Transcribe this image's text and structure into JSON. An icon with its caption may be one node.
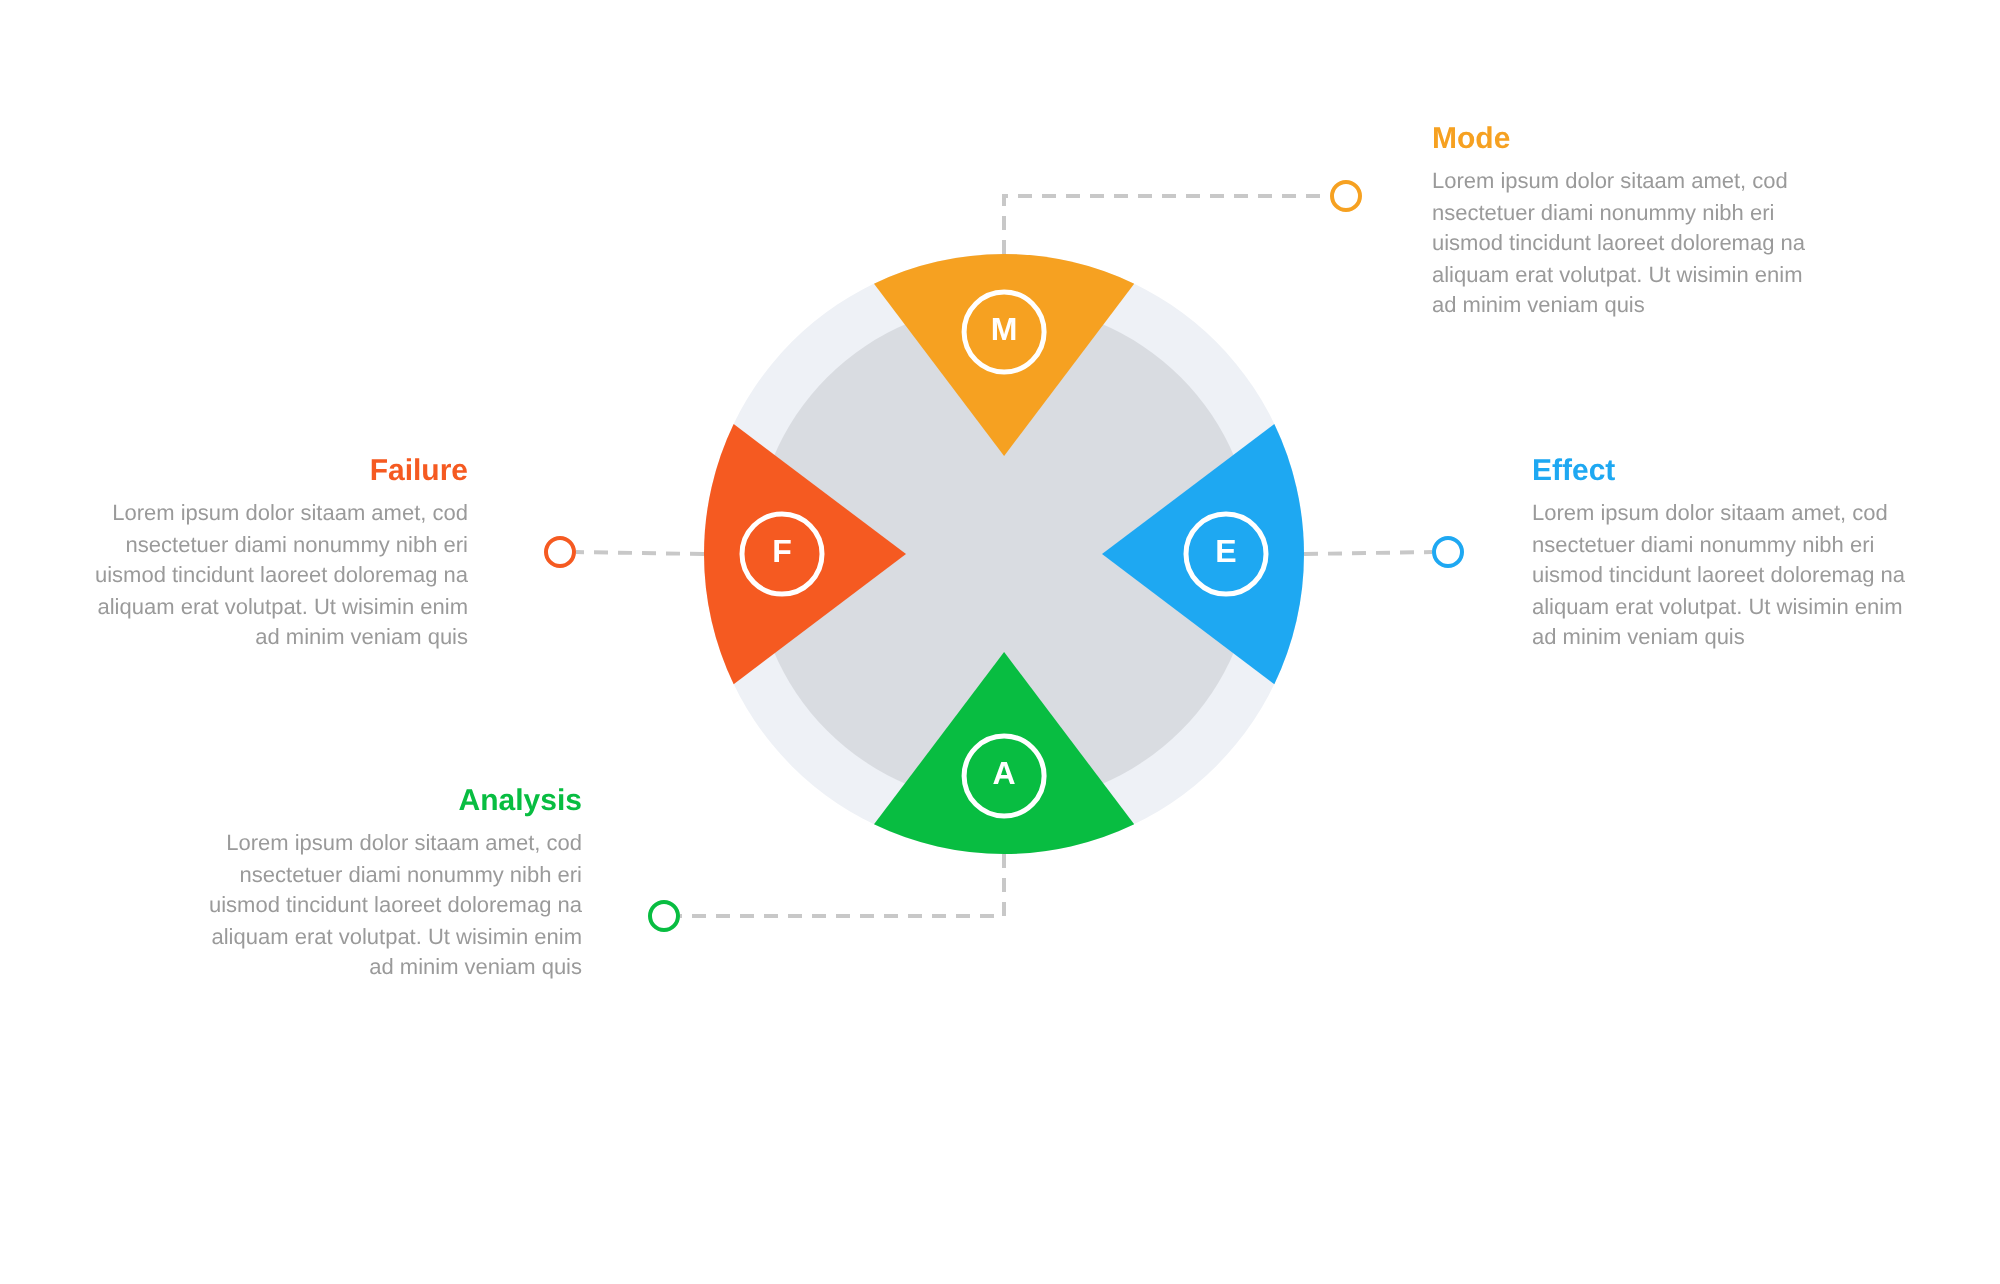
{
  "diagram": {
    "nodes": [
      {
        "text": [
          "M"
        ]
      },
      {
        "text": [
          "F"
        ]
      },
      {
        "text": [
          "E"
        ]
      },
      {
        "text": [
          "A"
        ]
      },
      {
        "text": [],
        "shape": "circle",
        "beside": [
          "Mode",
          "Lorem ipsum dolor sitaam amet, cod nsectetuer diami nonummy  nibh eri uismod tincidunt laoreet doloremag na aliquam erat volutpat. Ut wisimin enim ad minim veniam quis"
        ]
      },
      {
        "text": [],
        "shape": "circle",
        "beside": [
          "Failure",
          "Lorem ipsum dolor sitaam amet, cod nsectetuer diami nonummy  nibh eri uismod tincidunt laoreet doloremag na aliquam erat volutpat. Ut wisimin enim ad minim veniam quis"
        ]
      },
      {
        "text": [],
        "shape": "circle",
        "beside": [
          "Effect",
          "Lorem ipsum dolor sitaam amet, cod nsectetuer diami nonummy  nibh eri uismod tincidunt laoreet doloremag na aliquam erat volutpat. Ut wisimin enim ad minim veniam quis"
        ]
      },
      {
        "text": [],
        "shape": "circle",
        "beside": [
          "Analysis",
          "Lorem ipsum dolor sitaam amet, cod nsectetuer diami nonummy  nibh eri uismod tincidunt laoreet doloremag na aliquam erat volutpat. Ut wisimin enim ad minim veniam quis"
        ]
      }
    ],
    "edges": [
      {
        "from": 0,
        "to": 4,
        "arrow": "none",
        "style": "dashed"
      },
      {
        "from": 1,
        "to": 5,
        "arrow": "none",
        "style": "dashed"
      },
      {
        "from": 2,
        "to": 6,
        "arrow": "none",
        "style": "dashed"
      },
      {
        "from": 3,
        "to": 7,
        "arrow": "none",
        "style": "dashed"
      }
    ]
  }
}
